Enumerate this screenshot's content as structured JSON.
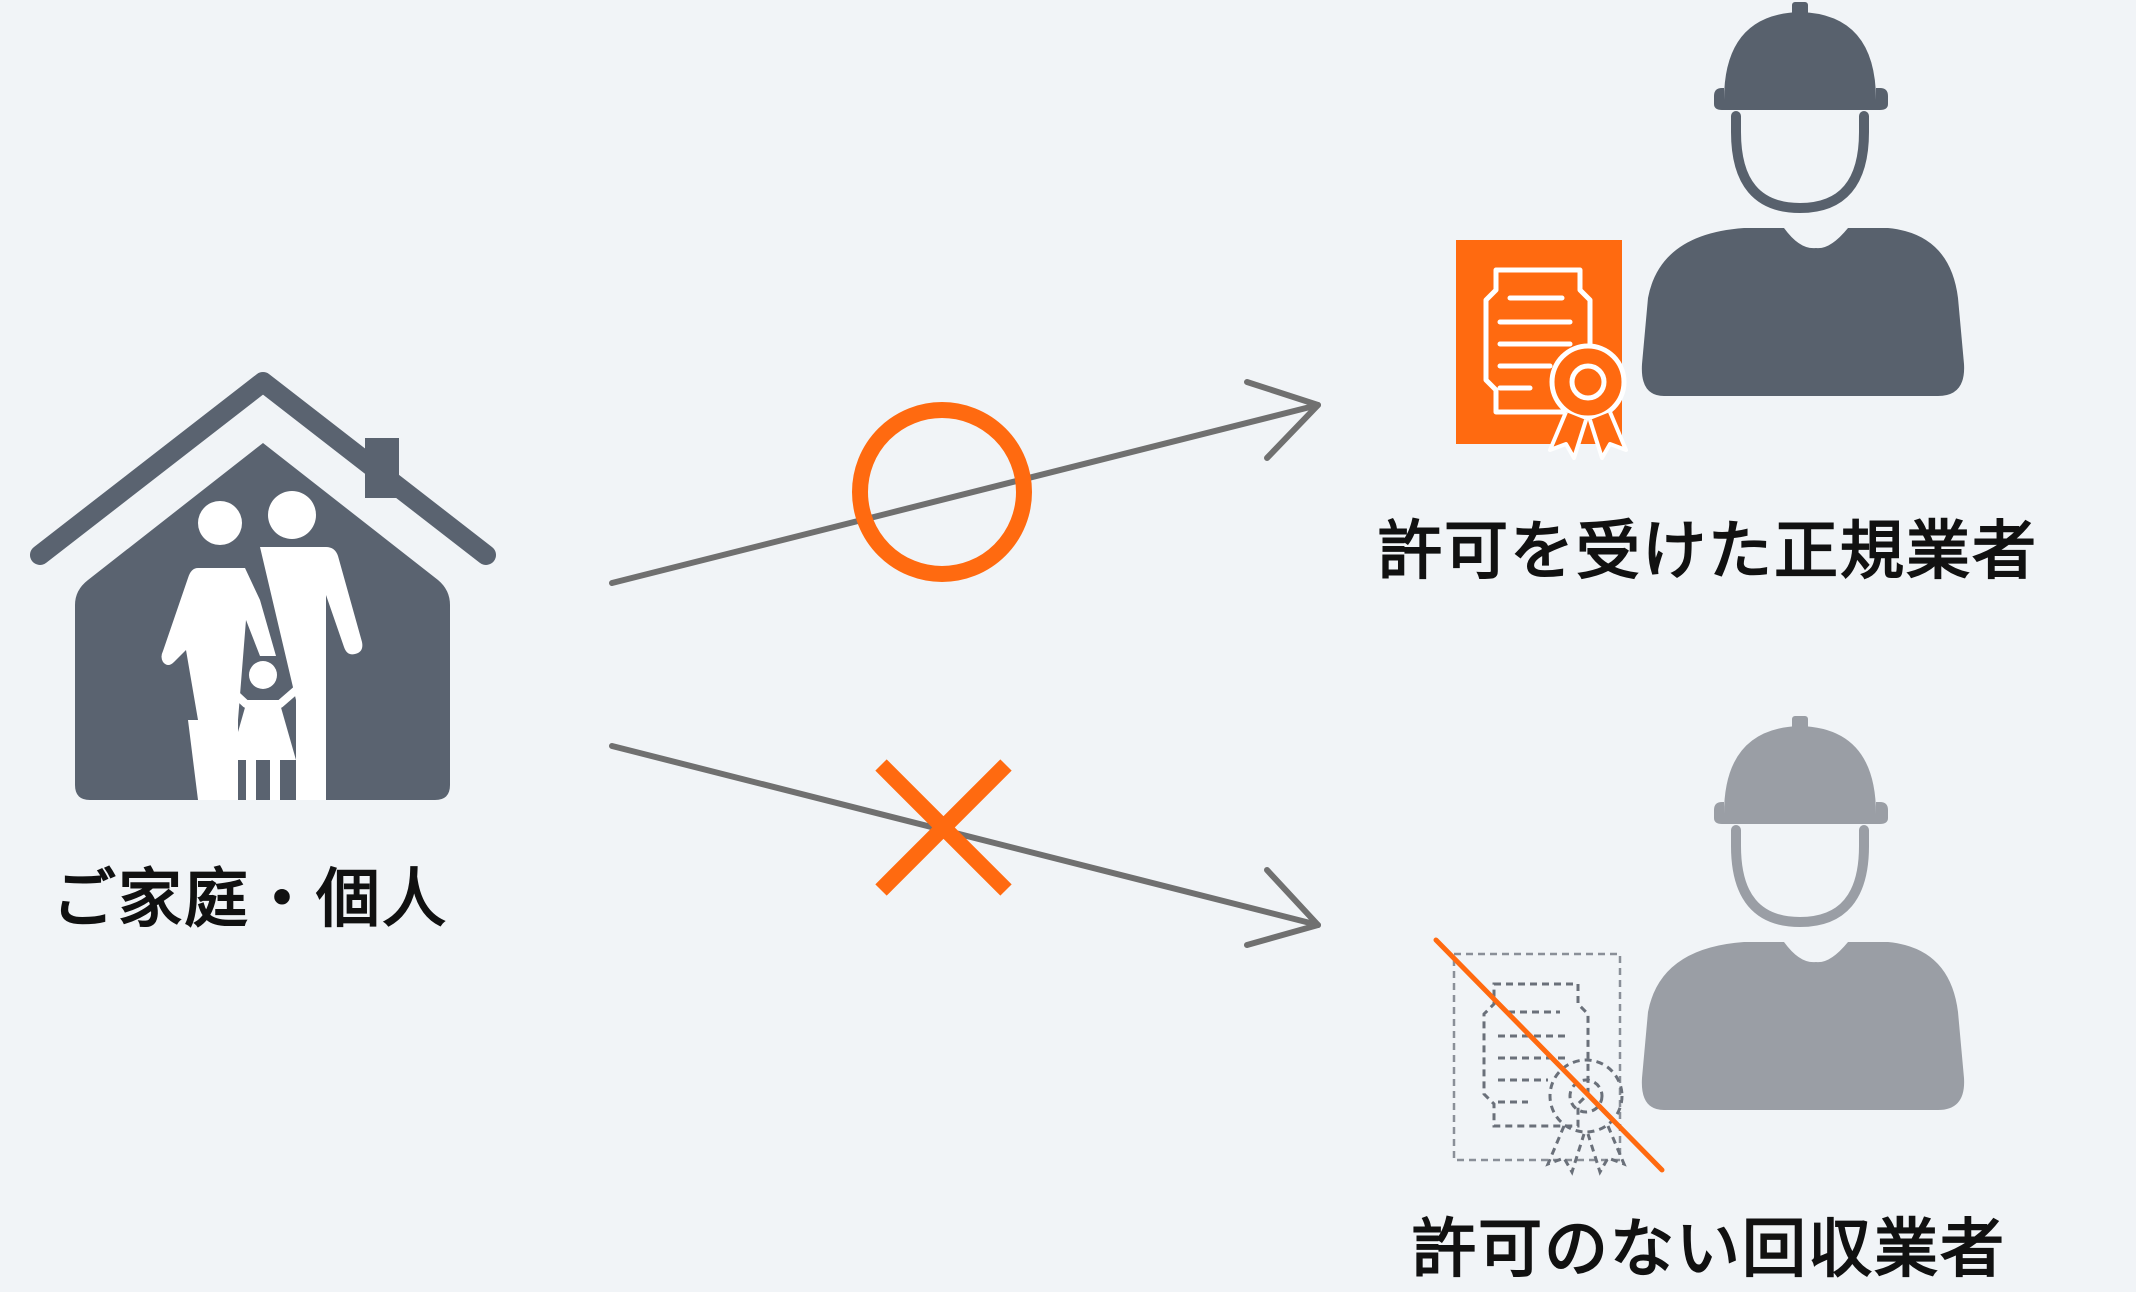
{
  "nodes": {
    "home": {
      "label": "ご家庭・個人",
      "icon": "house-family-icon"
    },
    "licensed": {
      "label": "許可を受けた正規業者",
      "icon": "worker-icon",
      "badge_icon": "certificate-icon"
    },
    "unlicensed": {
      "label": "許可のない回収業者",
      "icon": "worker-icon",
      "badge_icon": "crossed-certificate-icon"
    }
  },
  "edges": [
    {
      "from": "home",
      "to": "licensed",
      "mark": "circle-mark-icon"
    },
    {
      "from": "home",
      "to": "unlicensed",
      "mark": "cross-mark-icon"
    }
  ],
  "colors": {
    "background": "#f1f4f7",
    "house": "#5a6370",
    "worker_licensed": "#58616d",
    "worker_unlicensed": "#9a9ea5",
    "accent_orange": "#ff6a10",
    "arrow": "#707070",
    "text": "#111111"
  }
}
